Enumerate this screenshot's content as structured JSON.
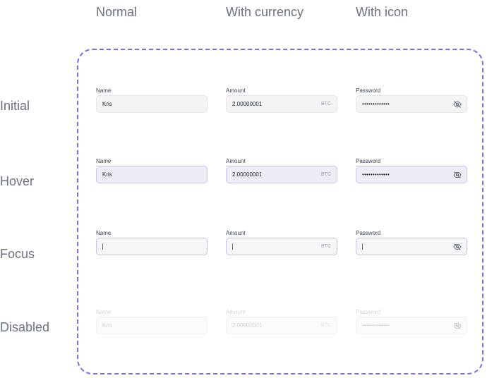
{
  "columns": [
    "Normal",
    "With currency",
    "With icon"
  ],
  "rows": [
    "Initial",
    "Hover",
    "Focus",
    "Disabled"
  ],
  "fields": {
    "name_label": "Name",
    "amount_label": "Amount",
    "password_label": "Password",
    "currency": "BTC"
  },
  "states": {
    "initial": {
      "name_value": "Kris",
      "amount_value": "2.00000001",
      "password_value": "•••••••••••••"
    },
    "hover": {
      "name_value": "Kris",
      "amount_value": "2.00000001",
      "password_value": "•••••••••••••"
    },
    "focus": {
      "name_value": "",
      "amount_value": "",
      "password_value": ""
    },
    "disabled": {
      "name_value": "Kris",
      "amount_value": "2.00000001",
      "password_value": "•••••••••••••"
    }
  },
  "colors": {
    "dashed_border": "#7c6cf0",
    "caret": "#6d5df0",
    "hover_border": "#c9c4f5",
    "focus_border": "#c6c0f2"
  },
  "icons": {
    "password_toggle": "eye-off-icon"
  }
}
